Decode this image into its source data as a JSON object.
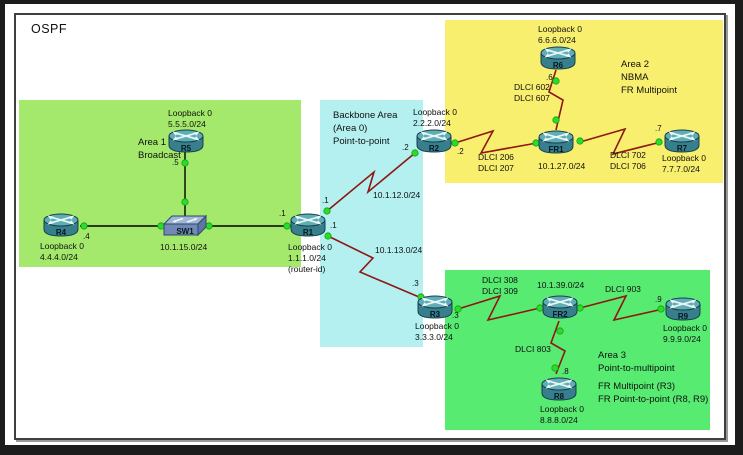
{
  "title": "OSPF",
  "colors": {
    "area1_fill": "#A4E96C",
    "area0_fill": "#B4F0F0",
    "area2_fill": "#F8EF6E",
    "area3_fill": "#58EB72",
    "serial_link": "#8E1713",
    "ethernet_link": "#000000",
    "port_dot": "#29DD29",
    "router_body": "#377F8C",
    "router_top": "#5FAEB6",
    "switch_top": "#9FB6D4",
    "switch_front": "#7189B4"
  },
  "areas": {
    "area1": {
      "name": "Area 1",
      "mode": "Broadcast"
    },
    "area0": {
      "name": "Backbone Area",
      "id": "(Area 0)",
      "mode": "Point-to-point"
    },
    "area2": {
      "name": "Area 2",
      "mode": "NBMA",
      "mode2": "FR Multipoint"
    },
    "area3": {
      "name": "Area 3",
      "mode": "Point-to-multipoint",
      "note1": "FR Multipoint (R3)",
      "note2": "FR Point-to-point (R8, R9)"
    }
  },
  "nodes": {
    "R1": {
      "label": "R1",
      "loopback": "Loopback 0",
      "loopback_net": "1.1.1.0/24",
      "note": "(router-id)"
    },
    "R2": {
      "label": "R2",
      "loopback": "Loopback 0",
      "loopback_net": "2.2.2.0/24"
    },
    "R3": {
      "label": "R3",
      "loopback": "Loopback 0",
      "loopback_net": "3.3.3.0/24"
    },
    "R4": {
      "label": "R4",
      "loopback": "Loopback 0",
      "loopback_net": "4.4.4.0/24"
    },
    "R5": {
      "label": "R5",
      "loopback": "Loopback 0",
      "loopback_net": "5.5.5.0/24"
    },
    "R6": {
      "label": "R6",
      "loopback": "Loopback 0",
      "loopback_net": "6.6.6.0/24"
    },
    "R7": {
      "label": "R7",
      "loopback": "Loopback 0",
      "loopback_net": "7.7.7.0/24"
    },
    "R8": {
      "label": "R8",
      "loopback": "Loopback 0",
      "loopback_net": "8.8.8.0/24"
    },
    "R9": {
      "label": "R9",
      "loopback": "Loopback 0",
      "loopback_net": "9.9.9.0/24"
    },
    "SW1": {
      "label": "SW1"
    },
    "FR1": {
      "label": "FR1"
    },
    "FR2": {
      "label": "FR2"
    }
  },
  "links": {
    "lan_sw1": {
      "network": "10.1.15.0/24",
      "if_r4": ".4",
      "if_r5": ".5",
      "if_r1": ".1"
    },
    "r1_r2": {
      "network": "10.1.12.0/24",
      "if_r1": ".1",
      "if_r2": ".2"
    },
    "r1_r3": {
      "network": "10.1.13.0/24",
      "if_r1": ".1",
      "if_r3": ".3"
    },
    "r2_fr1": {
      "network": "10.1.27.0/24",
      "if_r2": ".2",
      "dlci1": "DLCI 206",
      "dlci2": "DLCI 207"
    },
    "r6_fr1": {
      "if_r6": ".6",
      "dlci1": "DLCI 602",
      "dlci2": "DLCI 607"
    },
    "fr1_r7": {
      "if_r7": ".7",
      "dlci1": "DLCI 702",
      "dlci2": "DLCI 706"
    },
    "r3_fr2": {
      "network": "10.1.39.0/24",
      "if_r3": ".3",
      "dlci1": "DLCI 308",
      "dlci2": "DLCI 309"
    },
    "fr2_r9": {
      "if_r9": ".9",
      "dlci1": "DLCI 903"
    },
    "fr2_r8": {
      "if_r8": ".8",
      "dlci1": "DLCI 803"
    }
  }
}
